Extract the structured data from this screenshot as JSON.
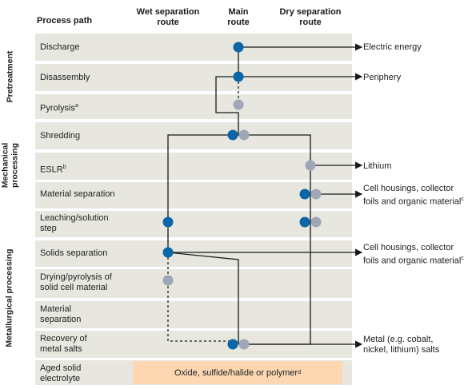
{
  "headers": {
    "process_path": "Process path",
    "wet": "Wet separation\nroute",
    "main": "Main\nroute",
    "dry": "Dry separation\nroute"
  },
  "groups": {
    "pretreatment": "Pretreatment",
    "mechanical": "Mechanical\nprocessing",
    "metallurgical": "Metallurgical processing"
  },
  "steps": {
    "discharge": "Discharge",
    "disassembly": "Disassembly",
    "pyrolysis": "Pyrolysis",
    "pyrolysis_note": "a",
    "shredding": "Shredding",
    "eslr": "ESLR",
    "eslr_note": "b",
    "material_separation": "Material separation",
    "leaching_1": "Leaching/solution",
    "leaching_2": "step",
    "solids_separation": "Solids separation",
    "drying_1": "Drying/pyrolysis of",
    "drying_2": "solid cell material",
    "material_separation2_1": "Material",
    "material_separation2_2": "separation",
    "recovery_1": "Recovery of",
    "recovery_2": "metal salts",
    "aged_1": "Aged solid",
    "aged_2": "electrolyte"
  },
  "outputs": {
    "electric_energy": "Electric energy",
    "periphery": "Periphery",
    "lithium": "Lithium",
    "cell_housings_1a": "Cell housings, collector",
    "cell_housings_1b": "foils and organic material",
    "cell_housings_1_note": "c",
    "cell_housings_2a": "Cell housings, collector",
    "cell_housings_2b": "foils and organic material",
    "cell_housings_2_note": "c",
    "metal_1": "Metal (e.g. cobalt,",
    "metal_2": "nickel, lithium) salts"
  },
  "final": {
    "label": "Oxide, sulfide/halide or polymer",
    "note": "d"
  },
  "colors": {
    "band": "#e7e6df",
    "blue_node": "#0a66a8",
    "grey_node": "#9fa6b5",
    "final_box": "#fcd7b1",
    "line": "#1a1a1a"
  }
}
